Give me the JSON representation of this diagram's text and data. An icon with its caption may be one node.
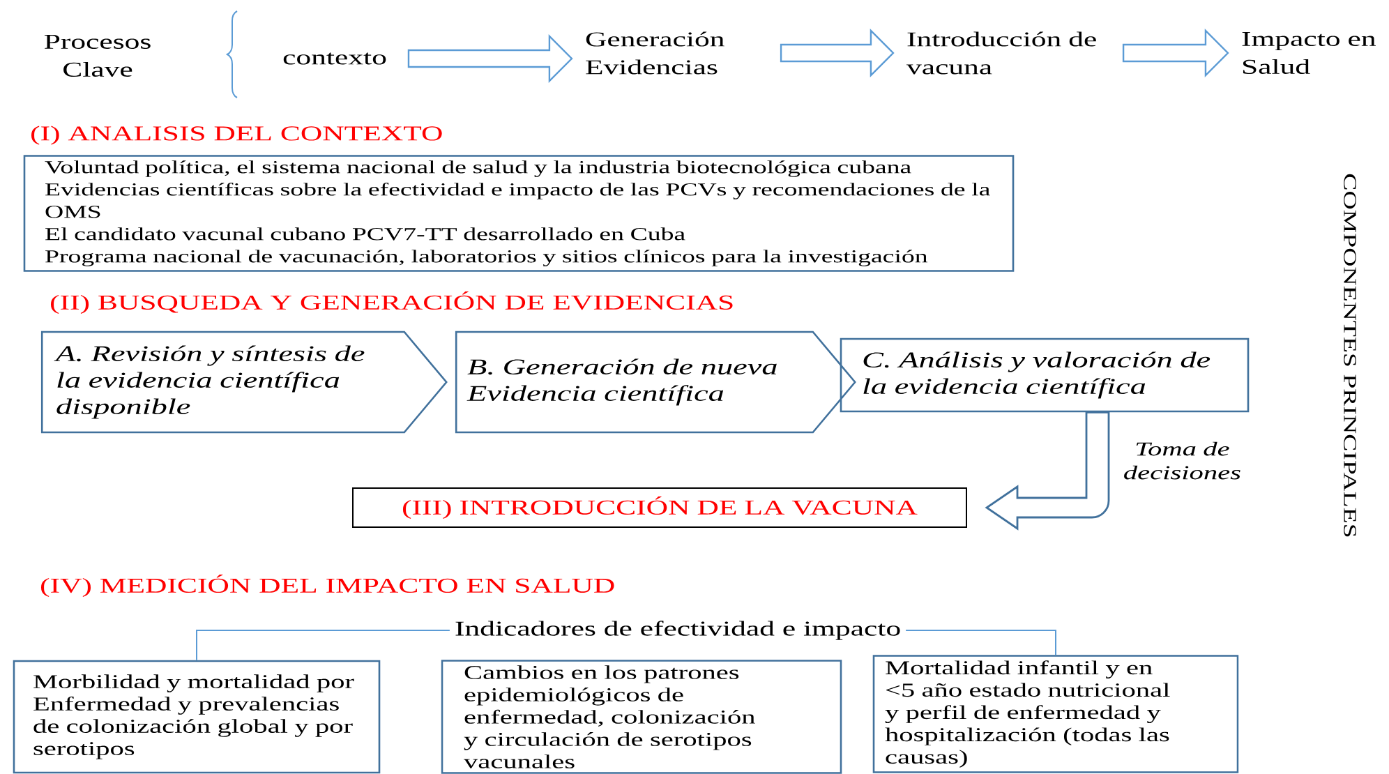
{
  "diagram": {
    "nodes": [
      {
        "text": [
          "Procesos Clave"
        ]
      },
      {
        "text": [
          "contexto"
        ]
      },
      {
        "text": [
          "Generación Evidencias"
        ]
      },
      {
        "text": [
          "Introducción de vacuna"
        ]
      },
      {
        "text": [
          "Impacto en Salud"
        ]
      },
      {
        "text": [
          "Voluntad política, el sistema nacional de salud y la industria biotecnológica cubana",
          "Evidencias científicas sobre la efectividad e impacto de las PCVs y recomendaciones de la OMS",
          "El candidato vacunal cubano PCV7-TT desarrollado en Cuba",
          "Programa nacional de vacunación, laboratorios y sitios clínicos para la investigación"
        ]
      },
      {
        "text": [
          "A. Revisión y síntesis de la evidencia científica disponible"
        ]
      },
      {
        "text": [
          "B. Generación de nueva Evidencia científica"
        ]
      },
      {
        "text": [
          "C. Análisis y valoración de la evidencia científica"
        ]
      },
      {
        "text": [
          "(III) INTRODUCCIÓN DE LA VACUNA"
        ]
      },
      {
        "text": [
          "Indicadores de efectividad e impacto"
        ]
      },
      {
        "text": [
          "Morbilidad y mortalidad por Enfermedad y prevalencias de colonización global y por serotipos"
        ]
      },
      {
        "text": [
          "Cambios en los patrones epidemiológicos de enfermedad, colonización y circulación de serotipos vacunales"
        ]
      },
      {
        "text": [
          "Mortalidad infantil y en <5 año estado nutricional y perfil de enfermedad y hospitalización (todas las causas)"
        ]
      }
    ],
    "edges": [
      {
        "from": 1,
        "to": 2,
        "arrow": "to",
        "style": "thick"
      },
      {
        "from": 2,
        "to": 3,
        "arrow": "to",
        "style": "thick"
      },
      {
        "from": 3,
        "to": 4,
        "arrow": "to",
        "style": "thick"
      },
      {
        "from": 8,
        "to": 9,
        "arrow": "to",
        "style": "thick",
        "label": "Toma de decisiones"
      },
      {
        "from": 10,
        "to": 11,
        "arrow": "none"
      },
      {
        "from": 10,
        "to": 13,
        "arrow": "none"
      }
    ],
    "labels": [
      "(I) ANALISIS DEL CONTEXTO",
      "(II) BUSQUEDA Y GENERACIÓN DE EVIDENCIAS",
      "(IV) MEDICIÓN DEL IMPACTO EN SALUD",
      "COMPONENTES PRINCIPALES"
    ]
  }
}
